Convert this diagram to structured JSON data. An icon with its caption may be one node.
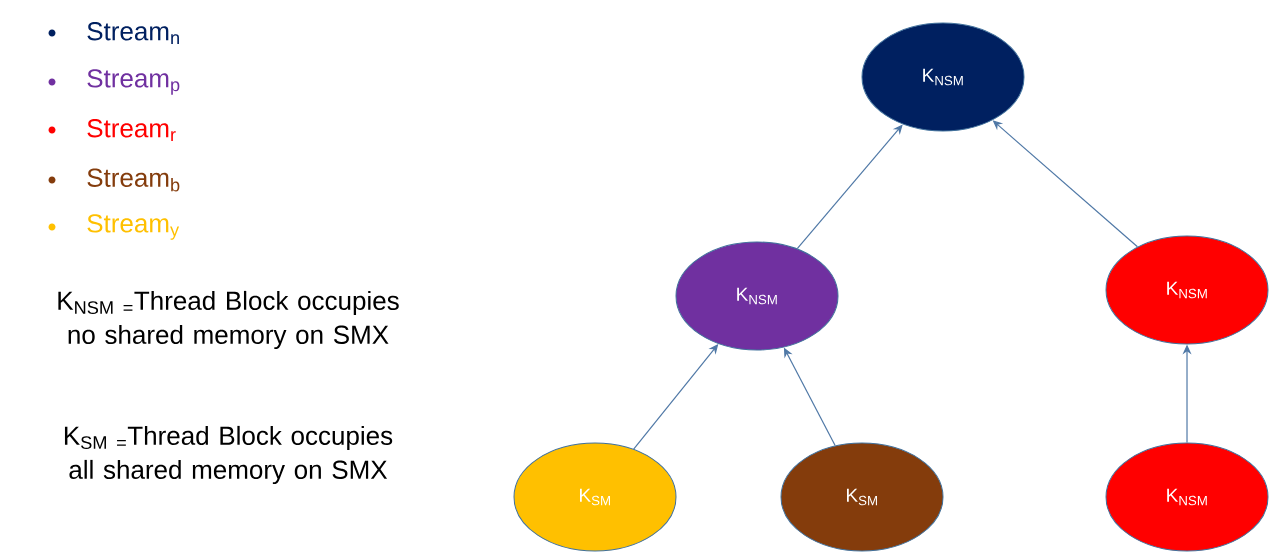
{
  "diagram": {
    "nodes": [
      {
        "text": [
          "K$_{NSM}$"
        ]
      },
      {
        "text": [
          "K$_{NSM}$"
        ]
      },
      {
        "text": [
          "K$_{NSM}$"
        ]
      },
      {
        "text": [
          "K$_{SM}$"
        ]
      },
      {
        "text": [
          "K$_{SM}$"
        ]
      },
      {
        "text": [
          "K$_{NSM}$"
        ]
      }
    ],
    "edges": [
      {
        "from": 1,
        "to": 0,
        "arrow": "to"
      },
      {
        "from": 2,
        "to": 0,
        "arrow": "to"
      },
      {
        "from": 3,
        "to": 1,
        "arrow": "to"
      },
      {
        "from": 4,
        "to": 1,
        "arrow": "to"
      },
      {
        "from": 5,
        "to": 2,
        "arrow": "to"
      }
    ],
    "labels": [
      "K$_{NSM =}$Thread Block occupies no shared memory on SMX",
      "K$_{SM =}$Thread Block occupies all shared memory on SMX"
    ],
    "legend": [
      {
        "text": "Stream$_{n}$",
        "color": "#002060"
      },
      {
        "text": "Stream$_{p}$",
        "color": "#7030a0"
      },
      {
        "text": "Stream$_{r}$",
        "color": "#ff0000"
      },
      {
        "text": "Stream$_{b}$",
        "color": "#843c0c"
      },
      {
        "text": "Stream$_{y}$",
        "color": "#ffc000"
      }
    ]
  }
}
